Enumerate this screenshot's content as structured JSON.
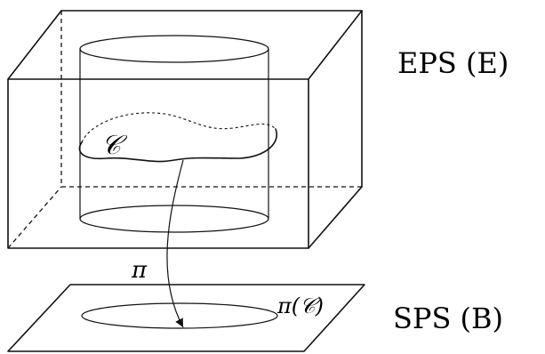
{
  "labels": {
    "eps": "EPS (E)",
    "sps": "SPS (B)",
    "curve": "𝒞",
    "projection": "π",
    "projected_curve": "π(𝒞)"
  }
}
